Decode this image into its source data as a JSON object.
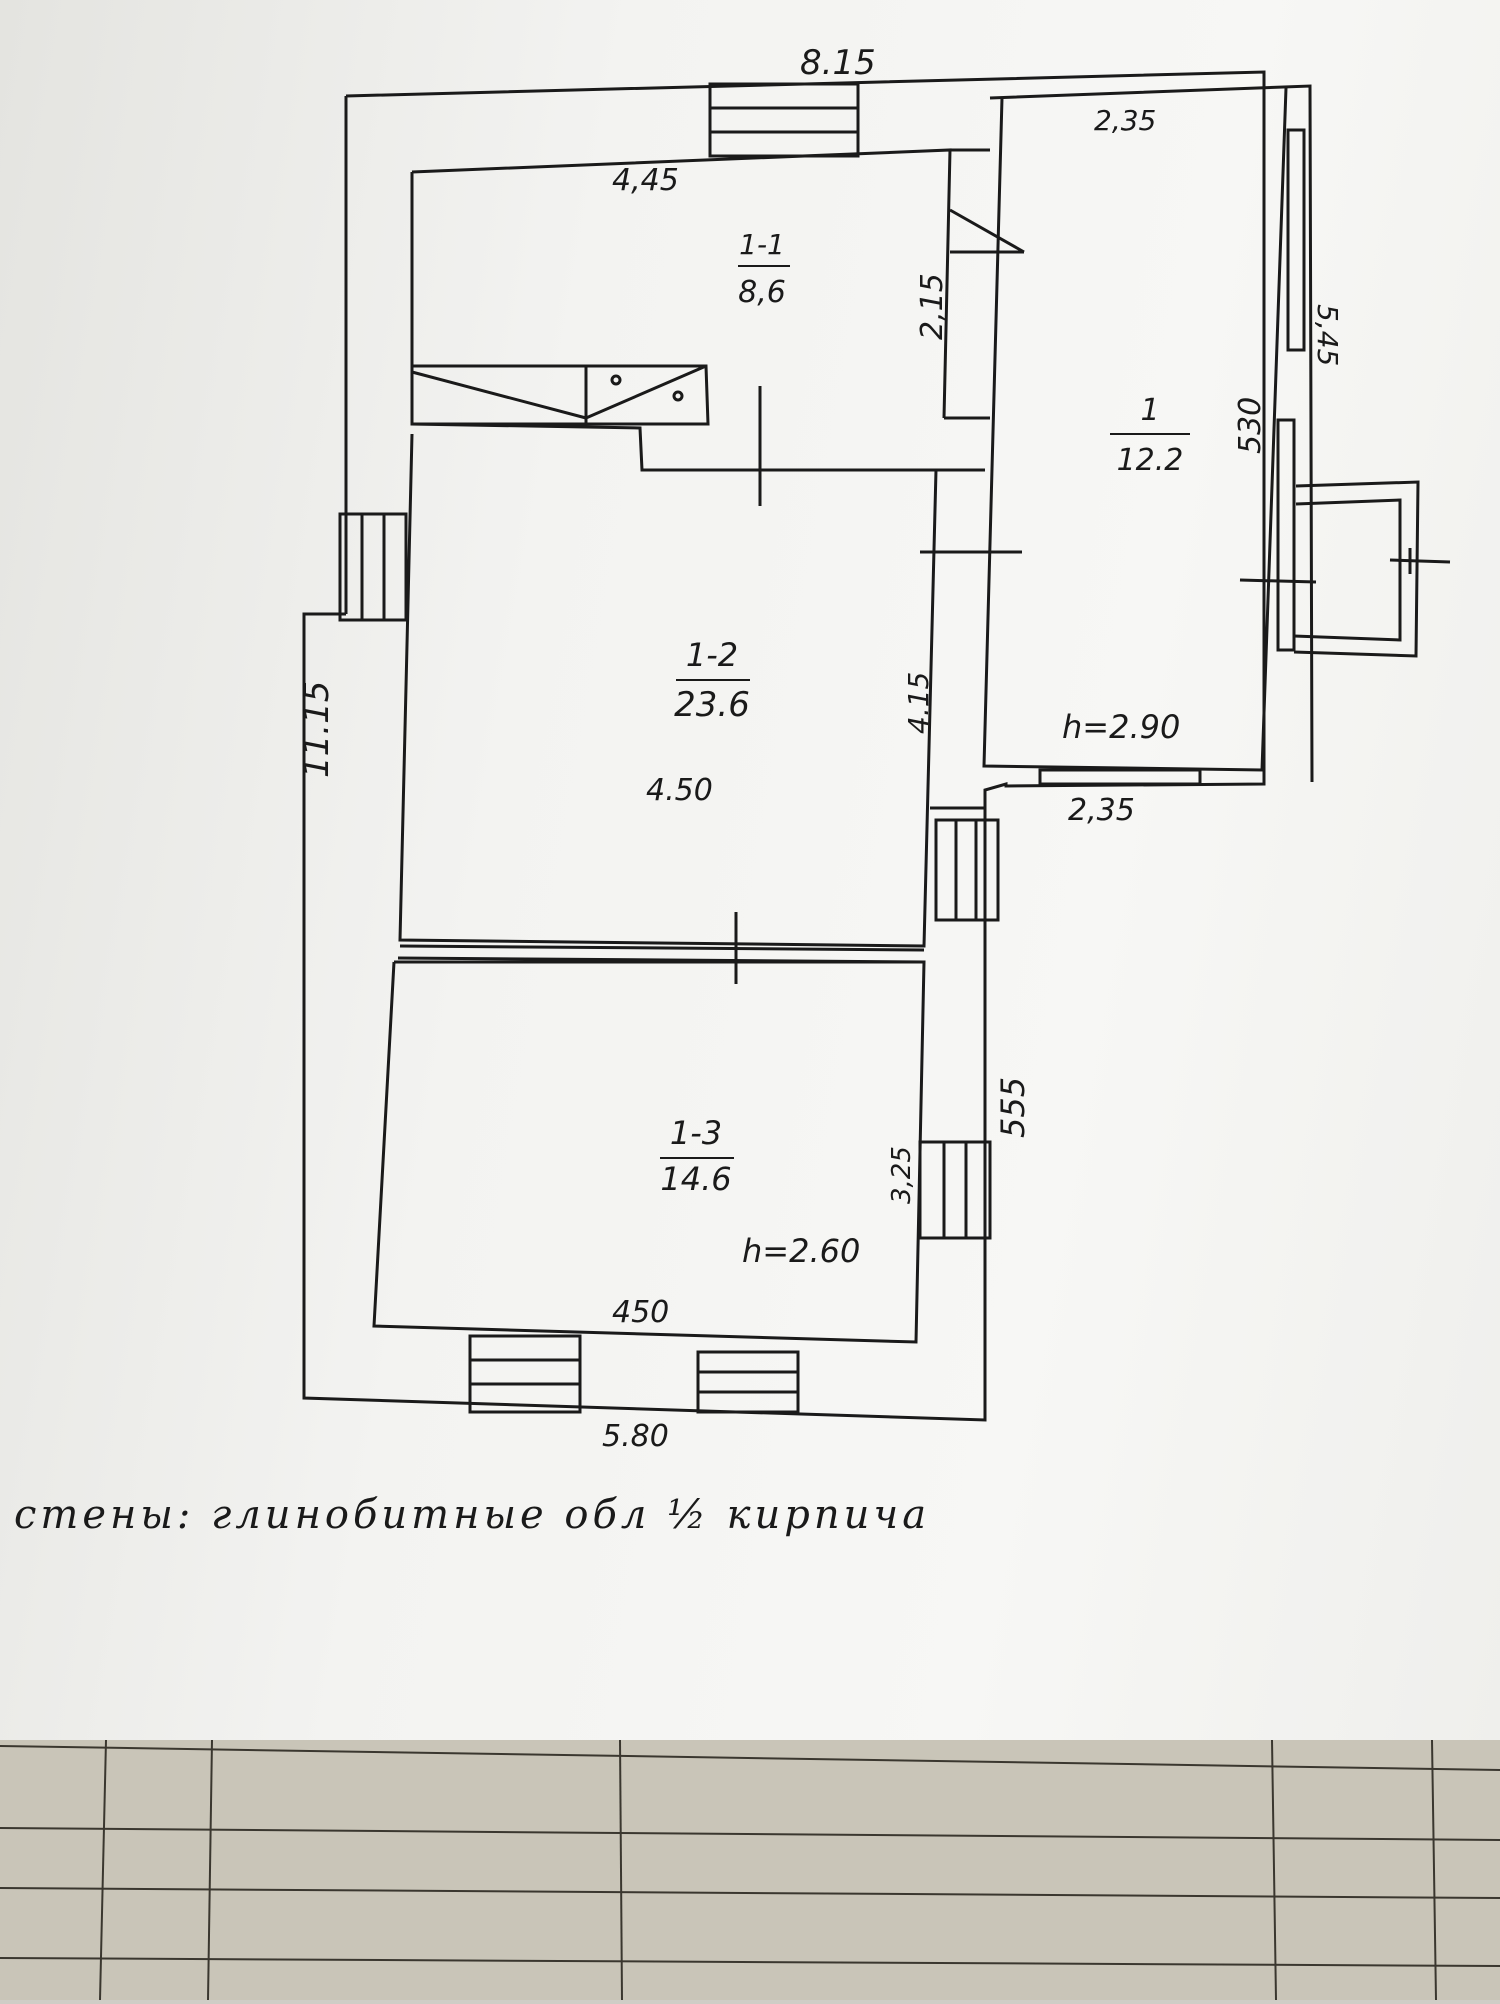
{
  "dimensions": {
    "top_overall": "8.15",
    "left_overall": "11.15",
    "bottom_overall": "5.80",
    "room_1_1_width": "4,45",
    "room_1_1_height": "2,15",
    "room_1_top": "2,35",
    "room_1_right_outer": "5,45",
    "room_1_height": "530",
    "room_1_bottom": "2,35",
    "room_1_2_height": "4.15",
    "room_1_2_width": "4.50",
    "right_wall_lower": "555",
    "room_1_3_height": "3,25",
    "room_1_3_width": "450"
  },
  "rooms": [
    {
      "id": "1-1",
      "area": "8,6"
    },
    {
      "id": "1-2",
      "area": "23.6"
    },
    {
      "id": "1-3",
      "area": "14.6"
    },
    {
      "id": "1",
      "area": "12.2"
    }
  ],
  "heights": {
    "annex": "h=2.90",
    "main": "h=2.60"
  },
  "wall_note": "стены: глинобитные обл ½ кирпича",
  "colors": {
    "ink": "#1a1a1a",
    "paper": "#f4f4f2",
    "ledger": "#c9c5b8",
    "ledger_lines": "#3a372f"
  }
}
